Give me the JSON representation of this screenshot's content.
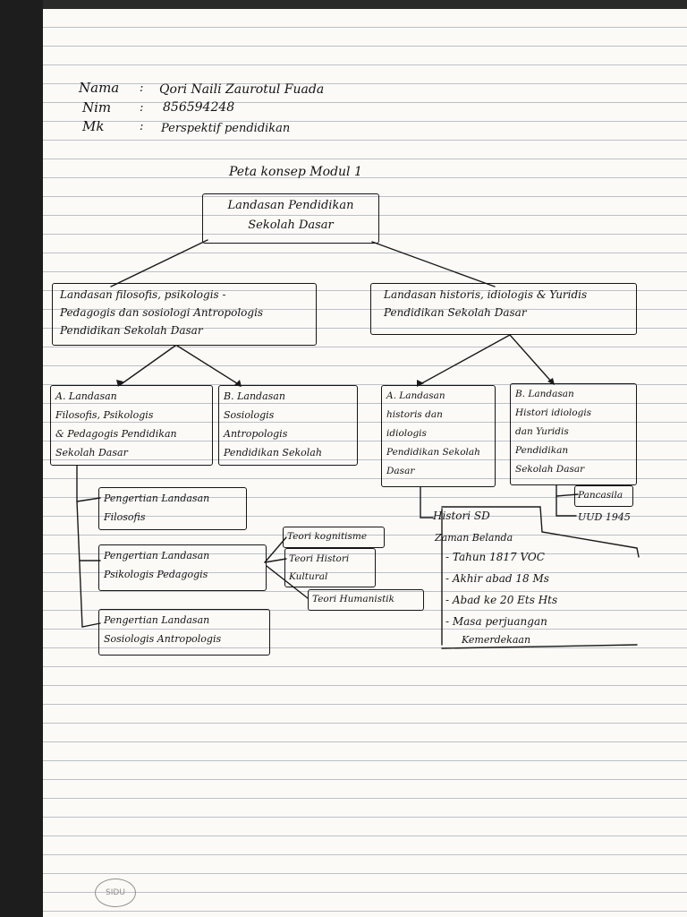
{
  "header": {
    "nama_label": "Nama",
    "nama_value": "Qori Naili Zaurotul Fuada",
    "nim_label": "Nim",
    "nim_value": "856594248",
    "mk_label": "Mk",
    "mk_value": "Perspektif pendidikan",
    "colon": ":"
  },
  "title": "Peta konsep Modul 1",
  "root": {
    "line1": "Landasan Pendidikan",
    "line2": "Sekolah Dasar"
  },
  "left_branch": {
    "line1": "Landasan filosofis, psikologis -",
    "line2": "Pedagogis dan sosiologi Antropologis",
    "line3": "Pendidikan Sekolah Dasar"
  },
  "right_branch": {
    "line1": "Landasan historis, idiologis & Yuridis",
    "line2": "Pendidikan Sekolah Dasar"
  },
  "box_la": {
    "line1": "A. Landasan",
    "line2": "Filosofis, Psikologis",
    "line3": "& Pedagogis Pendidikan",
    "line4": "Sekolah Dasar"
  },
  "box_lb": {
    "line1": "B. Landasan",
    "line2": "Sosiologis",
    "line3": "Antropologis",
    "line4": "Pendidikan Sekolah"
  },
  "box_ra": {
    "line1": "A. Landasan",
    "line2": "historis dan",
    "line3": "idiologis",
    "line4": "Pendidikan Sekolah",
    "line5": "Dasar"
  },
  "box_rb": {
    "line1": "B. Landasan",
    "line2": "Histori idiologis",
    "line3": "dan Yuridis",
    "line4": "Pendidikan",
    "line5": "Sekolah Dasar"
  },
  "def_filosofis": {
    "line1": "Pengertian Landasan",
    "line2": "Filosofis"
  },
  "def_psikologis": {
    "line1": "Pengertian Landasan",
    "line2": "Psikologis Pedagogis"
  },
  "def_sosiologis": {
    "line1": "Pengertian Landasan",
    "line2": "Sosiologis Antropologis"
  },
  "teori": {
    "t1": "Teori kognitisme",
    "t2a": "Teori Histori",
    "t2b": "Kultural",
    "t3": "Teori Humanistik"
  },
  "yuridis": {
    "pancasila": "Pancasila",
    "uud": "UUD 1945"
  },
  "histori": {
    "heading": "Histori SD",
    "era": "Zaman Belanda",
    "items": [
      "- Tahun 1817 VOC",
      "- Akhir abad 18 Ms",
      "- Abad ke 20 Ets Hts",
      "- Masa perjuangan",
      "Kemerdekaan"
    ]
  },
  "stamp": "SIDU"
}
